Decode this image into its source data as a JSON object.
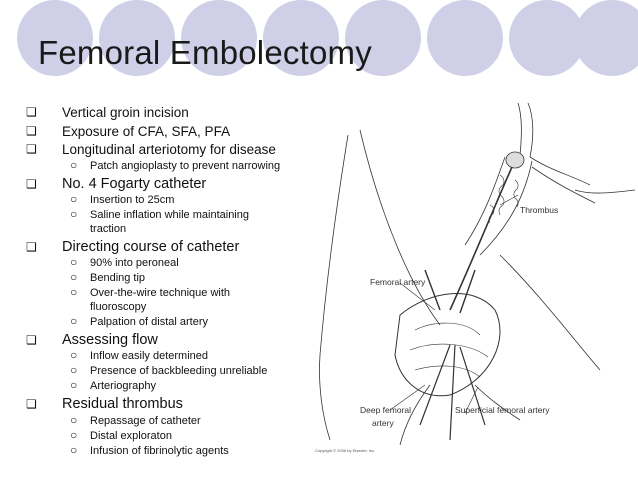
{
  "slide": {
    "title": "Femoral Embolectomy",
    "bullets": [
      {
        "text": "Vertical groin incision",
        "sub": []
      },
      {
        "text": "Exposure of CFA, SFA, PFA",
        "sub": []
      },
      {
        "text": "Longitudinal arteriotomy for disease",
        "sub": [
          "Patch angioplasty to prevent narrowing"
        ]
      },
      {
        "text": "No. 4 Fogarty catheter",
        "sub": [
          "Insertion to 25cm",
          "Saline inflation while maintaining traction"
        ]
      },
      {
        "text": "Directing course of catheter",
        "sub": [
          "90% into peroneal",
          "Bending tip",
          "Over-the-wire technique with fluoroscopy",
          "Palpation of distal artery"
        ]
      },
      {
        "text": "Assessing flow",
        "sub": [
          "Inflow easily determined",
          "Presence of backbleeding unreliable",
          "Arteriography"
        ]
      },
      {
        "text": "Residual thrombus",
        "sub": [
          "Repassage of catheter",
          "Distal exploraton",
          "Infusion of fibrinolytic agents"
        ]
      }
    ]
  },
  "figure": {
    "labels": {
      "thrombus": "Thrombus",
      "femoral_artery": "Femoral artery",
      "deep_femoral_artery_line1": "Deep femoral",
      "deep_femoral_artery_line2": "artery",
      "superficial_femoral_artery": "Superficial femoral artery"
    },
    "copyright": "Copyright © 2006 by Elsevier, Inc."
  },
  "theme": {
    "circle_color": "#cfcfe8",
    "text_color": "#111111"
  }
}
